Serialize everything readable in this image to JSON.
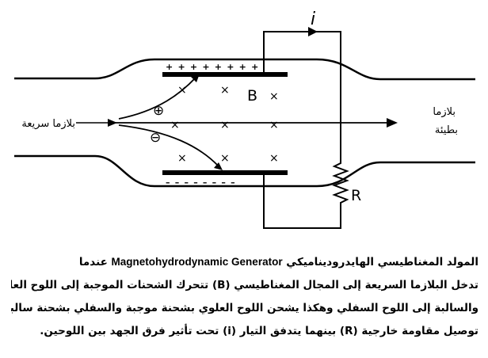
{
  "diagram": {
    "label_current": "i",
    "label_field": "B",
    "label_resistor": "R",
    "label_positive_ion": "⊕",
    "label_negative_ion": "⊖",
    "label_inlet": "بلازما سريعة",
    "label_outlet_line1": "بلازما",
    "label_outlet_line2": "بطيئة",
    "plate_top_signs": "+ + + + + + + +",
    "plate_bottom_signs": "– – – – – – – –",
    "field_mark": "×",
    "colors": {
      "ink": "#000000",
      "paper": "#ffffff"
    }
  },
  "caption": {
    "line1_before": "المولد المغناطيسي الهايدروديناميكي",
    "line1_latin": "Magnetohydrodynamic Generator",
    "line1_after": "عندما",
    "line2": "تدخل البلازما السريعة إلى المجال المغناطيسي (B) تتحرك الشحنات الموجبة إلى اللوح العلوي",
    "line3": "والسالبة إلى اللوح السفلي وهكذا يشحن اللوح العلوي بشحنة موجبة والسفلي بشحنة سالبة وعند",
    "line4": "توصيل مقاومة خارجية (R) بينهما يتدفق التيار (i) تحت تأثير فرق الجهد بين اللوحين."
  }
}
